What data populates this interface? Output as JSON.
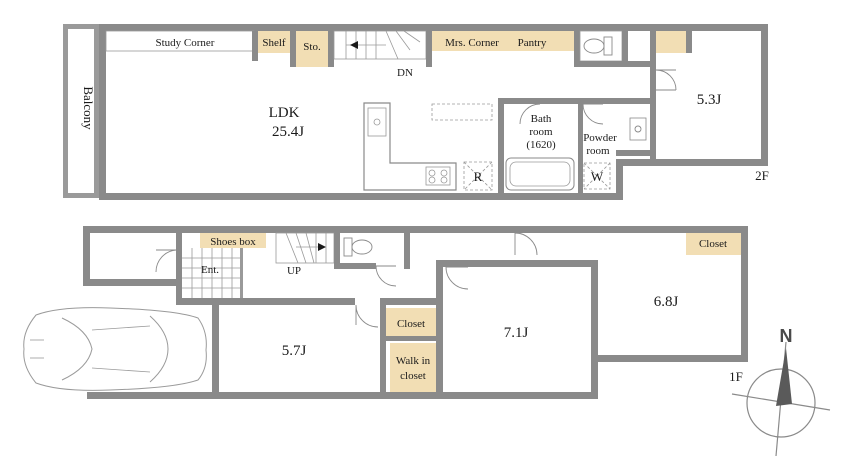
{
  "floors": {
    "second": {
      "label": "2F",
      "rooms": {
        "ldk_name": "LDK",
        "ldk_size": "25.4J",
        "bedroom_size": "5.3J",
        "bathroom_line1": "Bath",
        "bathroom_line2": "room",
        "bathroom_line3": "(1620)",
        "powder_line1": "Powder",
        "powder_line2": "room",
        "balcony": "Balcony"
      },
      "labels": {
        "study_corner": "Study Corner",
        "shelf": "Shelf",
        "storage": "Sto.",
        "mrs_corner": "Mrs. Corner",
        "pantry": "Pantry",
        "stairs_down": "DN",
        "refrigerator": "R",
        "washer": "W"
      }
    },
    "first": {
      "label": "1F",
      "rooms": {
        "room_a_size": "5.7J",
        "room_b_size": "7.1J",
        "room_c_size": "6.8J",
        "entrance": "Ent."
      },
      "labels": {
        "shoes_box": "Shoes box",
        "closet_a": "Closet",
        "closet_b": "Closet",
        "walk_in_line1": "Walk in",
        "walk_in_line2": "closet",
        "stairs_up": "UP"
      }
    }
  },
  "compass": {
    "north_label": "N"
  },
  "colors": {
    "wall": "#8a8a8a",
    "storage_fill": "#f2deb4"
  }
}
